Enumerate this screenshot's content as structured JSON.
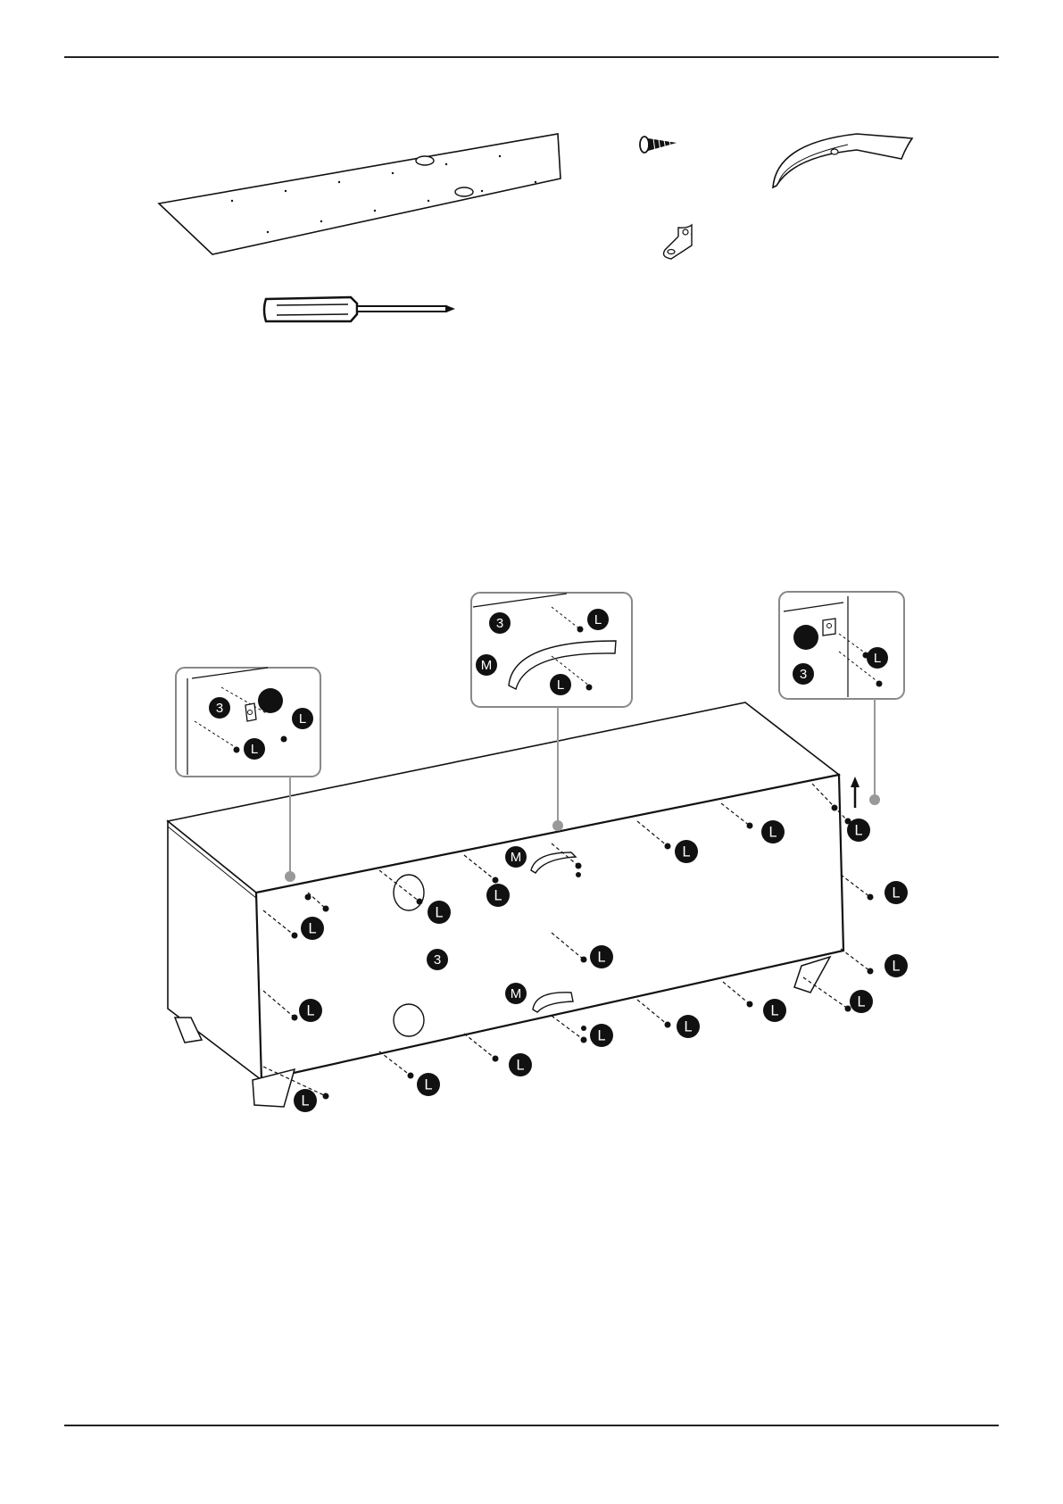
{
  "parts": {
    "screw_label": "L",
    "handle_label": "M",
    "panel_number": "3"
  },
  "icons": {
    "top_panel": "panel-icon",
    "screw": "screw-icon",
    "handle": "curved-handle-icon",
    "bracket": "angle-bracket-icon",
    "tool": "screwdriver-icon"
  },
  "colors": {
    "ink": "#111111",
    "callout_border": "#888888",
    "leader": "#999999"
  }
}
